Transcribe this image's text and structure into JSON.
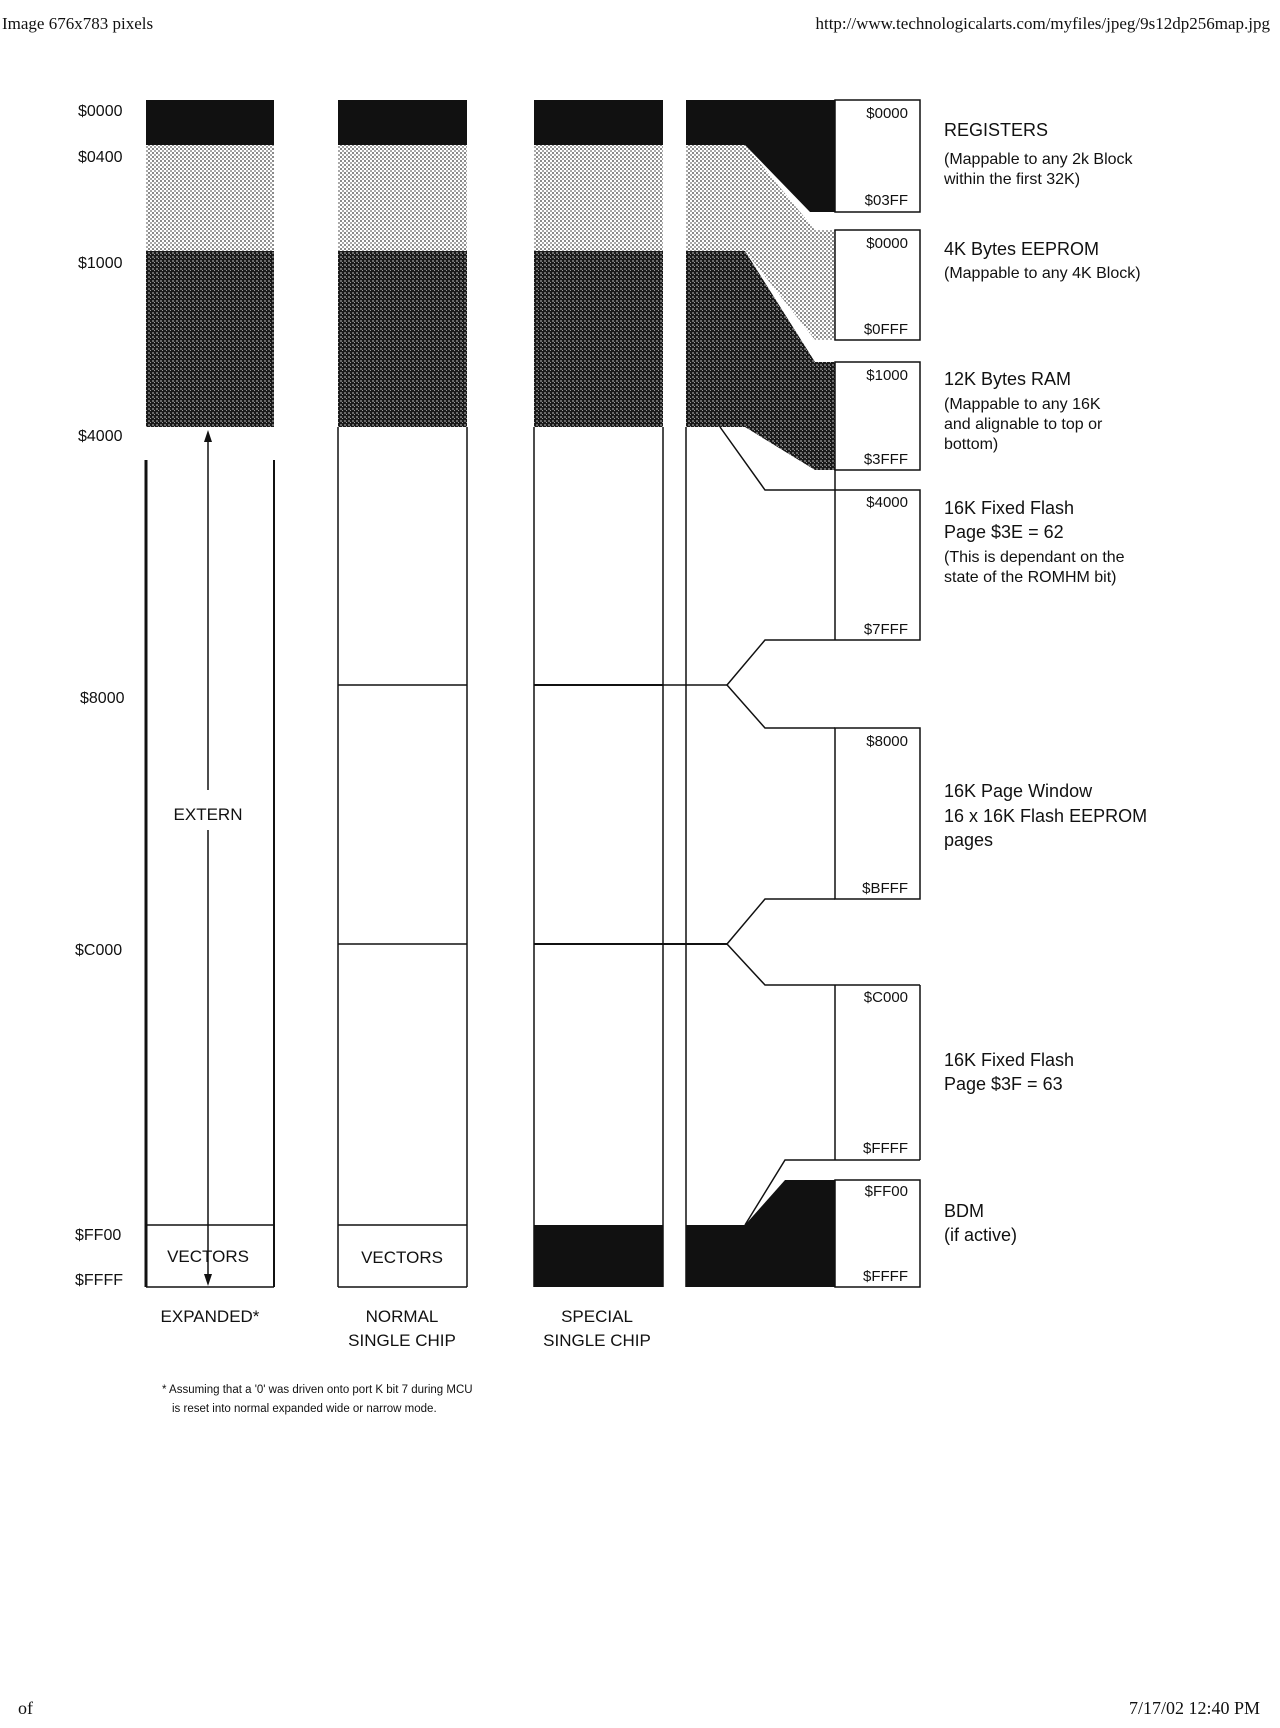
{
  "header": {
    "left": "Image 676x783 pixels",
    "right": "http://www.technologicalarts.com/myfiles/jpeg/9s12dp256map.jpg"
  },
  "footer": {
    "left": "of",
    "right": "7/17/02 12:40 PM"
  },
  "left_addresses": [
    "$0000",
    "$0400",
    "$1000",
    "$4000",
    "$8000",
    "$C000",
    "$FF00",
    "$FFFF"
  ],
  "columns": [
    {
      "label_line1": "EXPANDED*",
      "label_line2": "",
      "extern_label": "EXTERN",
      "vectors_label": "VECTORS"
    },
    {
      "label_line1": "NORMAL",
      "label_line2": "SINGLE CHIP",
      "vectors_label": "VECTORS"
    },
    {
      "label_line1": "SPECIAL",
      "label_line2": "SINGLE CHIP"
    }
  ],
  "blocks": [
    {
      "start": "$0000",
      "end": "$03FF",
      "title": "REGISTERS",
      "lines": [
        "(Mappable to any 2k Block",
        "within the first 32K)"
      ]
    },
    {
      "start": "$0000",
      "end": "$0FFF",
      "title": "4K Bytes EEPROM",
      "lines": [
        "(Mappable to any 4K Block)"
      ]
    },
    {
      "start": "$1000",
      "end": "$3FFF",
      "title": "12K Bytes RAM",
      "lines": [
        "(Mappable to any 16K",
        "and alignable to top or",
        "bottom)"
      ]
    },
    {
      "start": "$4000",
      "end": "$7FFF",
      "title": "16K Fixed Flash",
      "lines": [
        "Page $3E = 62",
        "(This is dependant on the",
        "state of the ROMHM bit)"
      ]
    },
    {
      "start": "$8000",
      "end": "$BFFF",
      "title": "16K Page Window",
      "lines": [
        "16 x 16K Flash EEPROM",
        "pages"
      ]
    },
    {
      "start": "$C000",
      "end": "$FFFF",
      "title": "16K Fixed Flash",
      "lines": [
        "Page $3F = 63"
      ]
    },
    {
      "start": "$FF00",
      "end": "$FFFF",
      "title": "BDM",
      "lines": [
        "(if active)"
      ]
    }
  ],
  "footnote": [
    "* Assuming that a '0' was driven onto port K bit 7 during MCU",
    "is reset into normal expanded wide or narrow mode."
  ],
  "colors": {
    "black": "#111111",
    "light_pattern": "#bcbcbc",
    "dark_pattern": "#3a3a3a"
  }
}
